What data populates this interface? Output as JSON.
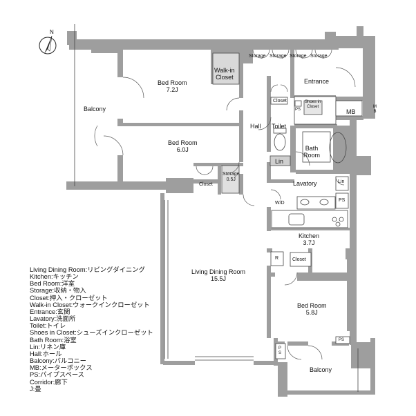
{
  "compass": {
    "letter": "N"
  },
  "rooms": {
    "balcony_w": "Balcony",
    "bed1": {
      "name": "Bed Room",
      "size": "7.2J"
    },
    "walkin": {
      "line1": "Walk-in",
      "line2": "Closet"
    },
    "bed2": {
      "name": "Bed Room",
      "size": "6.0J"
    },
    "closet_a": "Closet",
    "storage_a": {
      "line1": "Storage",
      "line2": "0.5J"
    },
    "storage_top": [
      "Storage",
      "Storage",
      "Storage",
      "Storage"
    ],
    "entrance": "Entrance",
    "closet_b": "Closet",
    "ps_a": "PS",
    "shoes": {
      "line1": "Shoes in",
      "line2": "Closet"
    },
    "mb": "MB",
    "mb_short": {
      "line1": "M",
      "line2": "B"
    },
    "hall": "Hall",
    "toilet": "Toilet",
    "bath": {
      "line1": "Bath",
      "line2": "Room"
    },
    "lin_a": "Lin",
    "lavatory": "Lavatory",
    "lin_b": "Lin",
    "wd": "W/D",
    "ps_b": "PS",
    "kitchen": {
      "name": "Kitchen",
      "size": "3.7J"
    },
    "ldr": {
      "name": "Living Dining Room",
      "size": "15.5J"
    },
    "r": "R",
    "closet_c": "Closet",
    "bed3": {
      "name": "Bed Room",
      "size": "5.8J"
    },
    "ps_c": "PS",
    "ps_d": {
      "line1": "P",
      "line2": "S"
    },
    "balcony_s": "Balcony"
  },
  "legend": [
    "Living Dining Room:リビングダイニング",
    "Kitchen:キッチン",
    "Bed Room:洋室",
    "Storage:収納・物入",
    "Closet:押入・クローゼット",
    "Walk-in Closet:ウォークインクローゼット",
    "Entrance:玄関",
    "Lavatory:洗面所",
    "Toilet:トイレ",
    "Shoes in Closet:シューズインクローゼット",
    "Bath Room:浴室",
    "Lin:リネン庫",
    "Hall:ホール",
    "Balcony:バルコニー",
    "MB:メーターボックス",
    "PS:パイプスペース",
    "Corridor:廊下",
    "J:畳"
  ]
}
